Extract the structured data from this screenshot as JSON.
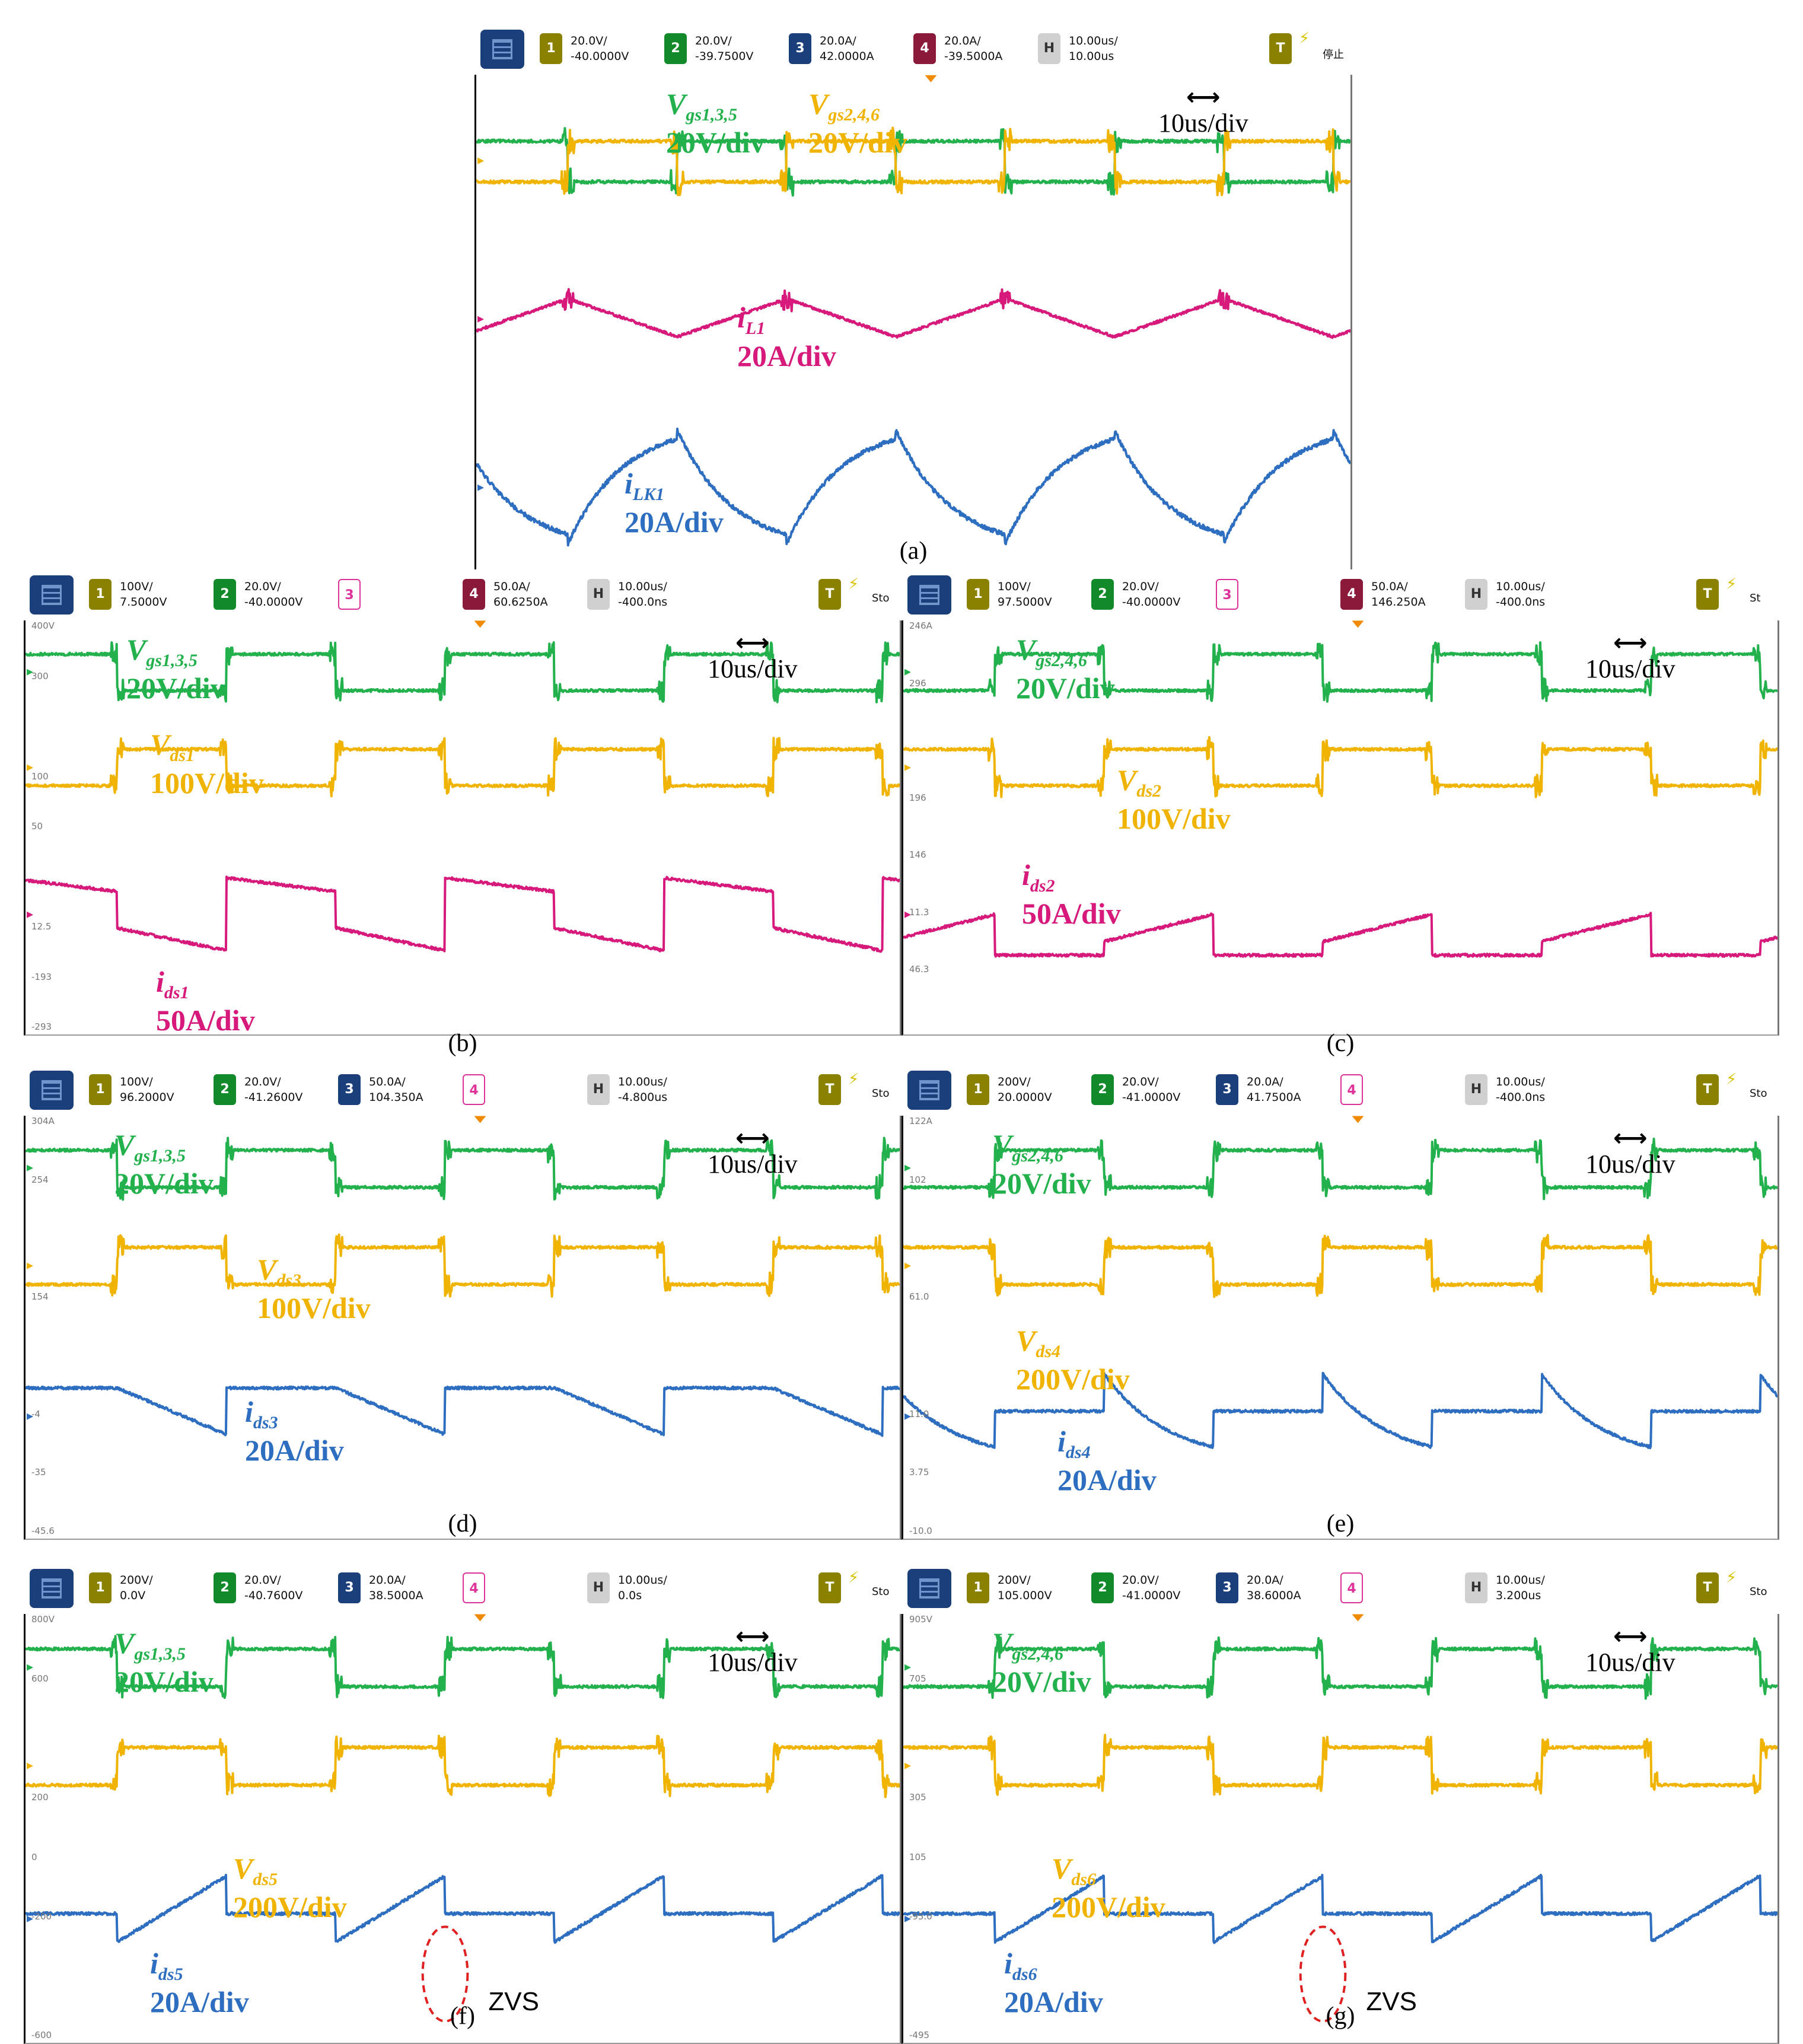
{
  "time_div_label": "10us/div",
  "chart_data": [
    {
      "id": "a",
      "caption": "(a)",
      "type": "line",
      "timebase": {
        "scale": "10.00us/",
        "delay": "10.00us"
      },
      "channels": [
        {
          "label": "1",
          "scale": "20.0V/",
          "offset": "-40.0000V",
          "color": "#8a8100"
        },
        {
          "label": "2",
          "scale": "20.0V/",
          "offset": "-39.7500V",
          "color": "#138a2a"
        },
        {
          "label": "3",
          "scale": "20.0A/",
          "offset": "42.0000A",
          "color": "#1b3f7a"
        },
        {
          "label": "4",
          "scale": "20.0A/",
          "offset": "-39.5000A",
          "color": "#8b1a3a"
        }
      ],
      "trigger": "T",
      "status": "停止",
      "series": [
        {
          "name": "V",
          "sub": "gs1,3,5",
          "scale": "20V/div",
          "color": "#22b14c",
          "kind": "gate",
          "invert": false
        },
        {
          "name": "V",
          "sub": "gs2,4,6",
          "scale": "20V/div",
          "color": "#f0b400",
          "kind": "gate",
          "invert": true
        },
        {
          "name": "i",
          "sub": "L1",
          "scale": "20A/div",
          "color": "#d6197a",
          "kind": "tri"
        },
        {
          "name": "i",
          "sub": "LK1",
          "scale": "20A/div",
          "color": "#2e6ec0",
          "kind": "leak"
        }
      ],
      "y_ticks": []
    },
    {
      "id": "b",
      "caption": "(b)",
      "type": "line",
      "timebase": {
        "scale": "10.00us/",
        "delay": "-400.0ns"
      },
      "channels": [
        {
          "label": "1",
          "scale": "100V/",
          "offset": "7.5000V",
          "color": "#8a8100"
        },
        {
          "label": "2",
          "scale": "20.0V/",
          "offset": "-40.0000V",
          "color": "#138a2a"
        },
        {
          "label": "3",
          "scale": "",
          "offset": "",
          "color": "#ffffff"
        },
        {
          "label": "4",
          "scale": "50.0A/",
          "offset": "60.6250A",
          "color": "#8b1a3a"
        }
      ],
      "trigger": "T",
      "status": "Sto",
      "series": [
        {
          "name": "V",
          "sub": "gs1,3,5",
          "scale": "20V/div",
          "color": "#22b14c",
          "kind": "gate",
          "invert": false
        },
        {
          "name": "V",
          "sub": "ds1",
          "scale": "100V/div",
          "color": "#f0b400",
          "kind": "gate",
          "invert": true
        },
        {
          "name": "i",
          "sub": "ds1",
          "scale": "50A/div",
          "color": "#d6197a",
          "kind": "ids_sym"
        }
      ],
      "y_ticks": [
        "400V",
        "300",
        "",
        "100",
        "50",
        "",
        "12.5",
        "-193",
        "-293"
      ]
    },
    {
      "id": "c",
      "caption": "(c)",
      "type": "line",
      "timebase": {
        "scale": "10.00us/",
        "delay": "-400.0ns"
      },
      "channels": [
        {
          "label": "1",
          "scale": "100V/",
          "offset": "97.5000V",
          "color": "#8a8100"
        },
        {
          "label": "2",
          "scale": "20.0V/",
          "offset": "-40.0000V",
          "color": "#138a2a"
        },
        {
          "label": "3",
          "scale": "",
          "offset": "",
          "color": "#ffffff"
        },
        {
          "label": "4",
          "scale": "50.0A/",
          "offset": "146.250A",
          "color": "#8b1a3a"
        }
      ],
      "trigger": "T",
      "status": "St",
      "series": [
        {
          "name": "V",
          "sub": "gs2,4,6",
          "scale": "20V/div",
          "color": "#22b14c",
          "kind": "gate",
          "invert": true
        },
        {
          "name": "V",
          "sub": "ds2",
          "scale": "100V/div",
          "color": "#f0b400",
          "kind": "gate",
          "invert": false
        },
        {
          "name": "i",
          "sub": "ds2",
          "scale": "50A/div",
          "color": "#d6197a",
          "kind": "ids_pos"
        }
      ],
      "y_ticks": [
        "246A",
        "296",
        "",
        "196",
        "146",
        "11.3",
        "46.3",
        ""
      ]
    },
    {
      "id": "d",
      "caption": "(d)",
      "type": "line",
      "timebase": {
        "scale": "10.00us/",
        "delay": "-4.800us"
      },
      "channels": [
        {
          "label": "1",
          "scale": "100V/",
          "offset": "96.2000V",
          "color": "#8a8100"
        },
        {
          "label": "2",
          "scale": "20.0V/",
          "offset": "-41.2600V",
          "color": "#138a2a"
        },
        {
          "label": "3",
          "scale": "50.0A/",
          "offset": "104.350A",
          "color": "#1b3f7a"
        },
        {
          "label": "4",
          "scale": "",
          "offset": "",
          "color": "#ffffff"
        }
      ],
      "trigger": "T",
      "status": "Sto",
      "series": [
        {
          "name": "V",
          "sub": "gs1,3,5",
          "scale": "20V/div",
          "color": "#22b14c",
          "kind": "gate",
          "invert": false
        },
        {
          "name": "V",
          "sub": "ds3",
          "scale": "100V/div",
          "color": "#f0b400",
          "kind": "gate",
          "invert": true
        },
        {
          "name": "i",
          "sub": "ds3",
          "scale": "20A/div",
          "color": "#2e6ec0",
          "kind": "ids_neg"
        }
      ],
      "y_ticks": [
        "304A",
        "254",
        "",
        "154",
        "",
        "-4",
        "-35",
        "-45.6"
      ]
    },
    {
      "id": "e",
      "caption": "(e)",
      "type": "line",
      "timebase": {
        "scale": "10.00us/",
        "delay": "-400.0ns"
      },
      "channels": [
        {
          "label": "1",
          "scale": "200V/",
          "offset": "20.0000V",
          "color": "#8a8100"
        },
        {
          "label": "2",
          "scale": "20.0V/",
          "offset": "-41.0000V",
          "color": "#138a2a"
        },
        {
          "label": "3",
          "scale": "20.0A/",
          "offset": "41.7500A",
          "color": "#1b3f7a"
        },
        {
          "label": "4",
          "scale": "",
          "offset": "",
          "color": "#ffffff"
        }
      ],
      "trigger": "T",
      "status": "Sto",
      "series": [
        {
          "name": "V",
          "sub": "gs2,4,6",
          "scale": "20V/div",
          "color": "#22b14c",
          "kind": "gate",
          "invert": true
        },
        {
          "name": "V",
          "sub": "ds4",
          "scale": "200V/div",
          "color": "#f0b400",
          "kind": "gate",
          "invert": false
        },
        {
          "name": "i",
          "sub": "ds4",
          "scale": "20A/div",
          "color": "#2e6ec0",
          "kind": "ids_decay"
        }
      ],
      "y_ticks": [
        "122A",
        "102",
        "",
        "61.0",
        "",
        "11.0",
        "3.75",
        "-10.0"
      ]
    },
    {
      "id": "f",
      "caption": "(f)",
      "type": "line",
      "timebase": {
        "scale": "10.00us/",
        "delay": "0.0s"
      },
      "channels": [
        {
          "label": "1",
          "scale": "200V/",
          "offset": "0.0V",
          "color": "#8a8100"
        },
        {
          "label": "2",
          "scale": "20.0V/",
          "offset": "-40.7600V",
          "color": "#138a2a"
        },
        {
          "label": "3",
          "scale": "20.0A/",
          "offset": "38.5000A",
          "color": "#1b3f7a"
        },
        {
          "label": "4",
          "scale": "",
          "offset": "",
          "color": "#ffffff"
        }
      ],
      "trigger": "T",
      "status": "Sto",
      "series": [
        {
          "name": "V",
          "sub": "gs1,3,5",
          "scale": "20V/div",
          "color": "#22b14c",
          "kind": "gate",
          "invert": false
        },
        {
          "name": "V",
          "sub": "ds5",
          "scale": "200V/div",
          "color": "#f0b400",
          "kind": "gate",
          "invert": true
        },
        {
          "name": "i",
          "sub": "ds5",
          "scale": "20A/div",
          "color": "#2e6ec0",
          "kind": "ids_ramp"
        }
      ],
      "y_ticks": [
        "800V",
        "600",
        "",
        "200",
        "0",
        "-200",
        "",
        "-600"
      ],
      "annotation": "ZVS"
    },
    {
      "id": "g",
      "caption": "(g)",
      "type": "line",
      "timebase": {
        "scale": "10.00us/",
        "delay": "3.200us"
      },
      "channels": [
        {
          "label": "1",
          "scale": "200V/",
          "offset": "105.000V",
          "color": "#8a8100"
        },
        {
          "label": "2",
          "scale": "20.0V/",
          "offset": "-41.0000V",
          "color": "#138a2a"
        },
        {
          "label": "3",
          "scale": "20.0A/",
          "offset": "38.6000A",
          "color": "#1b3f7a"
        },
        {
          "label": "4",
          "scale": "",
          "offset": "",
          "color": "#ffffff"
        }
      ],
      "trigger": "T",
      "status": "Sto",
      "series": [
        {
          "name": "V",
          "sub": "gs2,4,6",
          "scale": "20V/div",
          "color": "#22b14c",
          "kind": "gate",
          "invert": true
        },
        {
          "name": "V",
          "sub": "ds6",
          "scale": "200V/div",
          "color": "#f0b400",
          "kind": "gate",
          "invert": false
        },
        {
          "name": "i",
          "sub": "ds6",
          "scale": "20A/div",
          "color": "#2e6ec0",
          "kind": "ids_ramp"
        }
      ],
      "y_ticks": [
        "905V",
        "705",
        "",
        "305",
        "105",
        "-95.0",
        "",
        "-495"
      ],
      "annotation": "ZVS"
    }
  ]
}
